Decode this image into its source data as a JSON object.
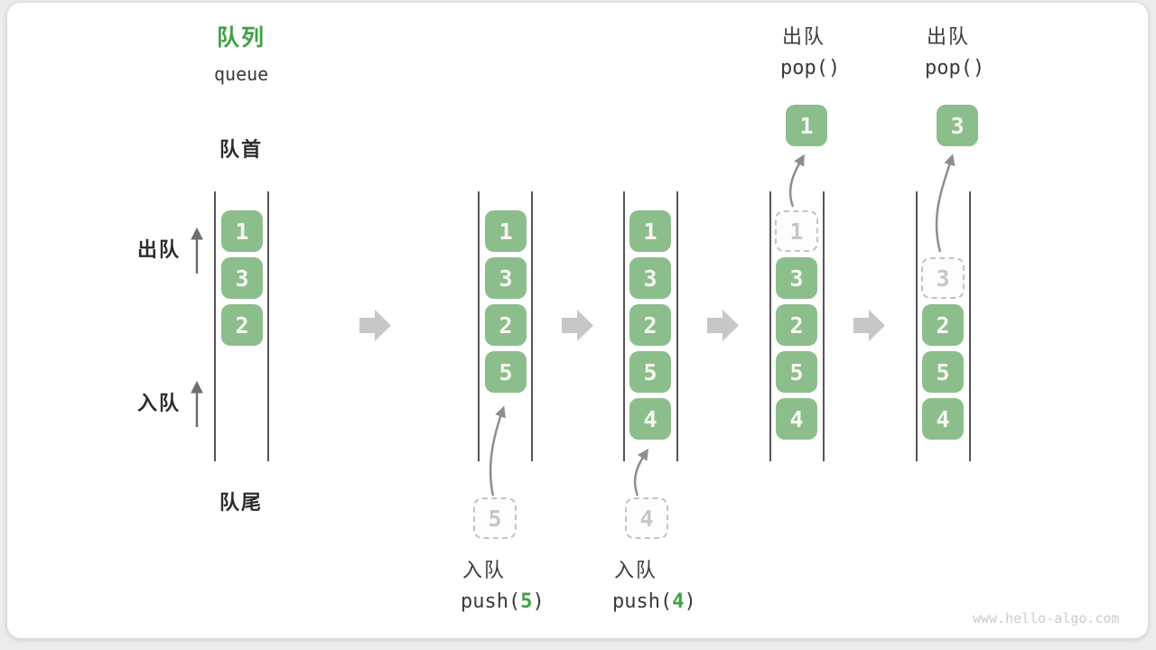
{
  "header": {
    "title_zh": "队列",
    "title_en": "queue"
  },
  "labels": {
    "front": "队首",
    "rear": "队尾",
    "dequeue_side": "出队",
    "enqueue_side": "入队"
  },
  "colors": {
    "box_green": "#8cbe8c",
    "accent_green": "#41a046",
    "channel_wall": "#565656",
    "flow_arrow_gray": "#c7c7c7",
    "pointer_arrow_gray": "#8e8e8e",
    "ghost_gray": "#c3c3c3"
  },
  "states": [
    {
      "cells": [
        {
          "v": "1"
        },
        {
          "v": "3"
        },
        {
          "v": "2"
        }
      ]
    },
    {
      "cells": [
        {
          "v": "1"
        },
        {
          "v": "3"
        },
        {
          "v": "2"
        },
        {
          "v": "5"
        }
      ]
    },
    {
      "cells": [
        {
          "v": "1"
        },
        {
          "v": "3"
        },
        {
          "v": "2"
        },
        {
          "v": "5"
        },
        {
          "v": "4"
        }
      ]
    },
    {
      "cells": [
        {
          "v": "1",
          "ghost": true
        },
        {
          "v": "3"
        },
        {
          "v": "2"
        },
        {
          "v": "5"
        },
        {
          "v": "4"
        }
      ]
    },
    {
      "cells": [
        {
          "v": "3",
          "ghost": true
        },
        {
          "v": "2"
        },
        {
          "v": "5"
        },
        {
          "v": "4"
        }
      ]
    }
  ],
  "ops": [
    {
      "label": "入队",
      "code_pre": "push(",
      "code_arg": "5",
      "code_post": ")",
      "staged": "5"
    },
    {
      "label": "入队",
      "code_pre": "push(",
      "code_arg": "4",
      "code_post": ")",
      "staged": "4"
    },
    {
      "label": "出队",
      "code": "pop()",
      "popped": "1"
    },
    {
      "label": "出队",
      "code": "pop()",
      "popped": "3"
    }
  ],
  "watermark": "www.hello-algo.com"
}
